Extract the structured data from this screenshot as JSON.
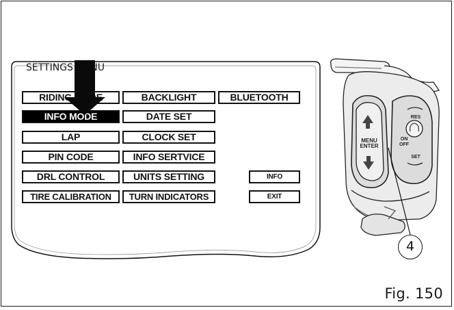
{
  "figure_label": "Fig. 150",
  "menu": {
    "title": "SETTINGS MENU",
    "buttons": [
      {
        "label": "RIDING MODE",
        "selected": false
      },
      {
        "label": "BACKLIGHT",
        "selected": false
      },
      {
        "label": "BLUETOOTH",
        "selected": false
      },
      {
        "label": "INFO MODE",
        "selected": true
      },
      {
        "label": "DATE SET",
        "selected": false
      },
      {
        "label": "LAP",
        "selected": false
      },
      {
        "label": "CLOCK SET",
        "selected": false
      },
      {
        "label": "PIN CODE",
        "selected": false
      },
      {
        "label": "INFO SERTVICE",
        "selected": false
      },
      {
        "label": "DRL CONTROL",
        "selected": false
      },
      {
        "label": "UNITS SETTING",
        "selected": false
      },
      {
        "label": "INFO",
        "selected": false
      },
      {
        "label": "TIRE CALIBRATION",
        "selected": false
      },
      {
        "label": "TURN INDICATORS",
        "selected": false
      },
      {
        "label": "EXIT",
        "selected": false
      }
    ]
  },
  "controller": {
    "menu_enter_label": "MENU ENTER",
    "on_off_label": "ON OFF",
    "res_label": "RES",
    "set_label": "SET",
    "callout_number": "4"
  },
  "colors": {
    "line": "#111111",
    "selected_bg": "#000000",
    "selected_text": "#ffffff"
  }
}
